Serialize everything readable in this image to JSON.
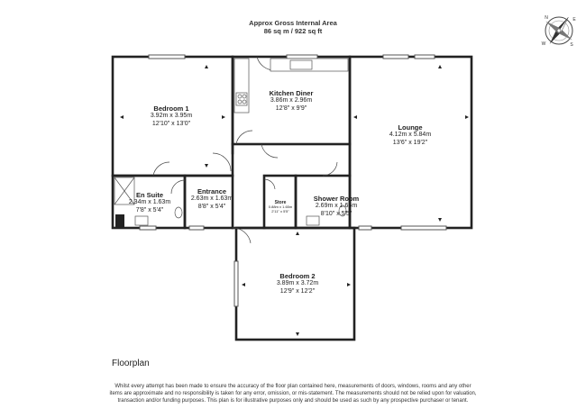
{
  "header": {
    "line1": "Approx Gross Internal Area",
    "line2": "86 sq m / 922 sq ft"
  },
  "compass": {
    "labels": [
      "N",
      "S",
      "E",
      "W"
    ],
    "icon": "compass-rose-icon"
  },
  "rooms": [
    {
      "name": "Bedroom 1",
      "metric": "3.92m x 3.95m",
      "imperial": "12'10\" x 13'0\""
    },
    {
      "name": "Kitchen Diner",
      "metric": "3.86m x 2.96m",
      "imperial": "12'8\" x 9'9\""
    },
    {
      "name": "Lounge",
      "metric": "4.12m x 5.84m",
      "imperial": "13'6\" x 19'2\""
    },
    {
      "name": "En Suite",
      "metric": "2.34m x 1.63m",
      "imperial": "7'8\" x 5'4\""
    },
    {
      "name": "Entrance",
      "metric": "2.63m x 1.63m",
      "imperial": "8'8\" x 5'4\""
    },
    {
      "name": "Store",
      "metric": "0.88m x 1.65m",
      "imperial": "2'11\" x 5'5\""
    },
    {
      "name": "Shower Room",
      "metric": "2.69m x 1.65m",
      "imperial": "8'10\" x 5'5\""
    },
    {
      "name": "Bedroom 2",
      "metric": "3.89m x 3.72m",
      "imperial": "12'9\" x 12'2\""
    }
  ],
  "footer": {
    "title": "Floorplan",
    "disclaimer": "Whilst every attempt has been made to ensure the accuracy of the floor plan contained here, measurements of doors, windows, rooms and any other items are approximate and no responsibility is taken for any error, omission, or mis-statement. The measurements should not be relied upon for valuation, transaction and/or funding purposes. This plan is for illustrative purposes only and should be used as such by any prospective purchaser or tenant."
  },
  "colors": {
    "wall": "#222222",
    "text": "#222222",
    "accent": "#555555",
    "background": "#ffffff"
  }
}
